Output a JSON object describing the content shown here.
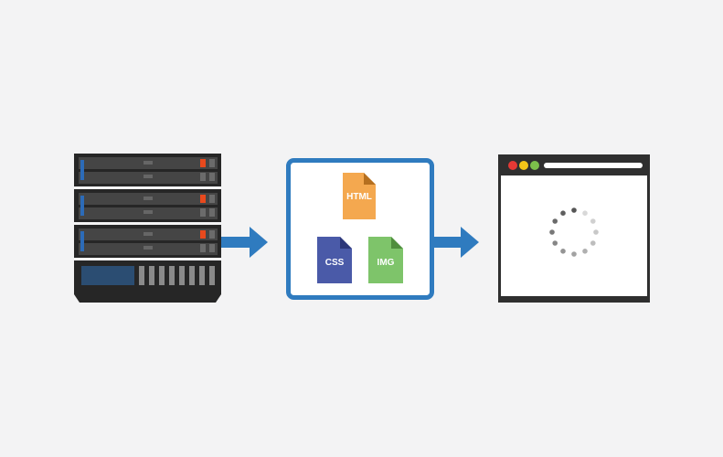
{
  "colors": {
    "background": "#f3f3f4",
    "arrow": "#2f7bbf",
    "server_body": "#262626",
    "server_bay": "#454545",
    "server_led_blue": "#2c6bb8",
    "server_led_red": "#e8491d",
    "container_border": "#2f7bbf",
    "html_file": "#f4a84f",
    "css_file": "#4a5aa8",
    "img_file": "#7ec46a",
    "browser_frame": "#2f2f2f",
    "dot_red": "#e53935",
    "dot_yellow": "#f5c518",
    "dot_green": "#7cc04b"
  },
  "server": {
    "icon": "server-rack-icon"
  },
  "files": [
    {
      "label": "HTML",
      "icon": "html-file-icon"
    },
    {
      "label": "CSS",
      "icon": "css-file-icon"
    },
    {
      "label": "IMG",
      "icon": "img-file-icon"
    }
  ],
  "browser": {
    "icon": "browser-window-icon",
    "loading_icon": "loading-spinner-icon"
  }
}
